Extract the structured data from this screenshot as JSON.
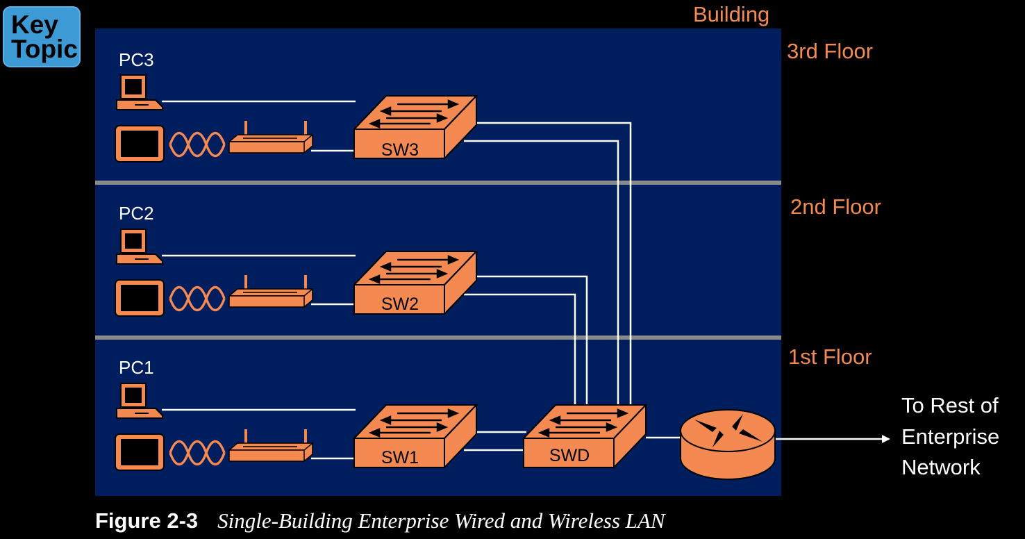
{
  "key_topic": {
    "line1": "Key",
    "line2": "Topic"
  },
  "building_label": "Building",
  "floors": {
    "third": "3rd Floor",
    "second": "2nd Floor",
    "first": "1st Floor"
  },
  "pcs": {
    "pc3": "PC3",
    "pc2": "PC2",
    "pc1": "PC1"
  },
  "switches": {
    "sw3": "SW3",
    "sw2": "SW2",
    "sw1": "SW1",
    "swd": "SWD"
  },
  "external": {
    "line1": "To Rest of",
    "line2": "Enterprise",
    "line3": "Network"
  },
  "caption": {
    "number": "Figure 2-3",
    "text": "Single-Building Enterprise Wired and Wireless LAN"
  },
  "colors": {
    "building_fill": "#001d5e",
    "device_orange": "#f48a52",
    "floor_divider": "#8a8a8a",
    "label_orange": "#f48a52",
    "cable": "#ffffff",
    "key_badge": "#3d9ad4"
  }
}
